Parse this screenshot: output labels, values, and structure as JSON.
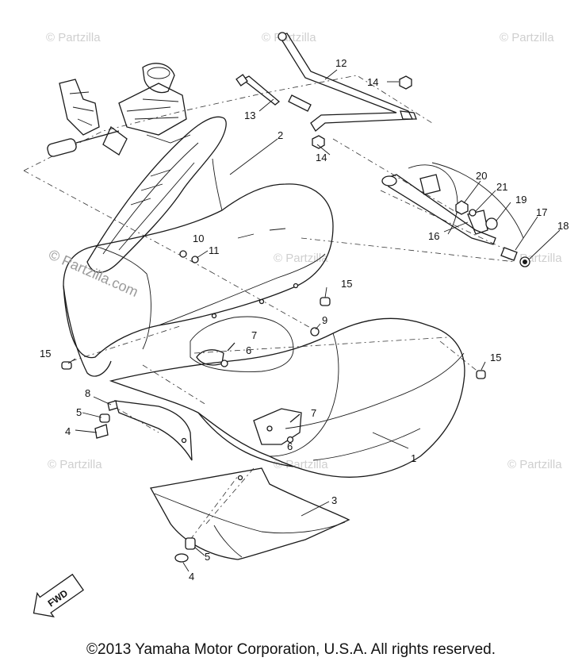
{
  "watermark": {
    "brand": "© Partzilla.com",
    "tile": "© Partzilla"
  },
  "callouts": [
    {
      "id": "c1",
      "text": "1"
    },
    {
      "id": "c2",
      "text": "2"
    },
    {
      "id": "c3",
      "text": "3"
    },
    {
      "id": "c4a",
      "text": "4"
    },
    {
      "id": "c4b",
      "text": "4"
    },
    {
      "id": "c5a",
      "text": "5"
    },
    {
      "id": "c5b",
      "text": "5"
    },
    {
      "id": "c6a",
      "text": "6"
    },
    {
      "id": "c6b",
      "text": "6"
    },
    {
      "id": "c7a",
      "text": "7"
    },
    {
      "id": "c7b",
      "text": "7"
    },
    {
      "id": "c8",
      "text": "8"
    },
    {
      "id": "c9",
      "text": "9"
    },
    {
      "id": "c10",
      "text": "10"
    },
    {
      "id": "c11",
      "text": "11"
    },
    {
      "id": "c12",
      "text": "12"
    },
    {
      "id": "c13",
      "text": "13"
    },
    {
      "id": "c14a",
      "text": "14"
    },
    {
      "id": "c14b",
      "text": "14"
    },
    {
      "id": "c15a",
      "text": "15"
    },
    {
      "id": "c15b",
      "text": "15"
    },
    {
      "id": "c15c",
      "text": "15"
    },
    {
      "id": "c16",
      "text": "16"
    },
    {
      "id": "c17",
      "text": "17"
    },
    {
      "id": "c18",
      "text": "18"
    },
    {
      "id": "c19",
      "text": "19"
    },
    {
      "id": "c20",
      "text": "20"
    },
    {
      "id": "c21",
      "text": "21"
    }
  ],
  "fwd_label": "FWD",
  "copyright": "©2013 Yamaha Motor Corporation, U.S.A. All rights reserved."
}
